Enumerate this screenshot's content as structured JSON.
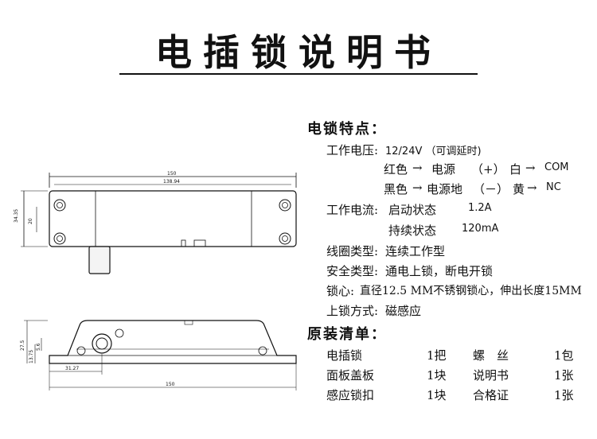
{
  "title": "电插锁说明书",
  "dims_top": {
    "width_total": "150",
    "width_inner": "138.94",
    "height_total": "34.35",
    "height_inner": "20"
  },
  "dims_side": {
    "d1": "27.5",
    "d2": "13.75",
    "d3": "5.6",
    "d4": "31.27",
    "d5": "150"
  },
  "features": {
    "heading": "电锁特点：",
    "voltage_label": "工作电压:",
    "voltage_value": "12/24V （可调延时)",
    "wire1": {
      "color": "红色",
      "arrow": "→",
      "name": "电源",
      "sign": "（+）",
      "color2": "白",
      "target": "COM"
    },
    "wire2": {
      "color": "黑色",
      "arrow": "→",
      "name": "电源地",
      "sign": "（－）",
      "color2": "黄",
      "target": "NC"
    },
    "current_label": "工作电流:",
    "current_start_label": "启动状态",
    "current_start_value": "1.2A",
    "current_hold_label": "持续状态",
    "current_hold_value": "120mA",
    "coil_label": "线圈类型:",
    "coil_value": "连续工作型",
    "safety_label": "安全类型:",
    "safety_value": "通电上锁，断电开锁",
    "core_label": "锁心:",
    "core_value": "直径12.5 MM不锈钢锁心，伸出长度15MM",
    "lockmode_label": "上锁方式:",
    "lockmode_value": "磁感应"
  },
  "packing": {
    "heading": "原装清单：",
    "rows": [
      {
        "item1": "电插锁",
        "qty1": "1把",
        "item2": "螺　丝",
        "qty2": "1包"
      },
      {
        "item1": "面板盖板",
        "qty1": "1块",
        "item2": "说明书",
        "qty2": "1张"
      },
      {
        "item1": "感应锁扣",
        "qty1": "1块",
        "item2": "合格证",
        "qty2": "1张"
      }
    ]
  }
}
